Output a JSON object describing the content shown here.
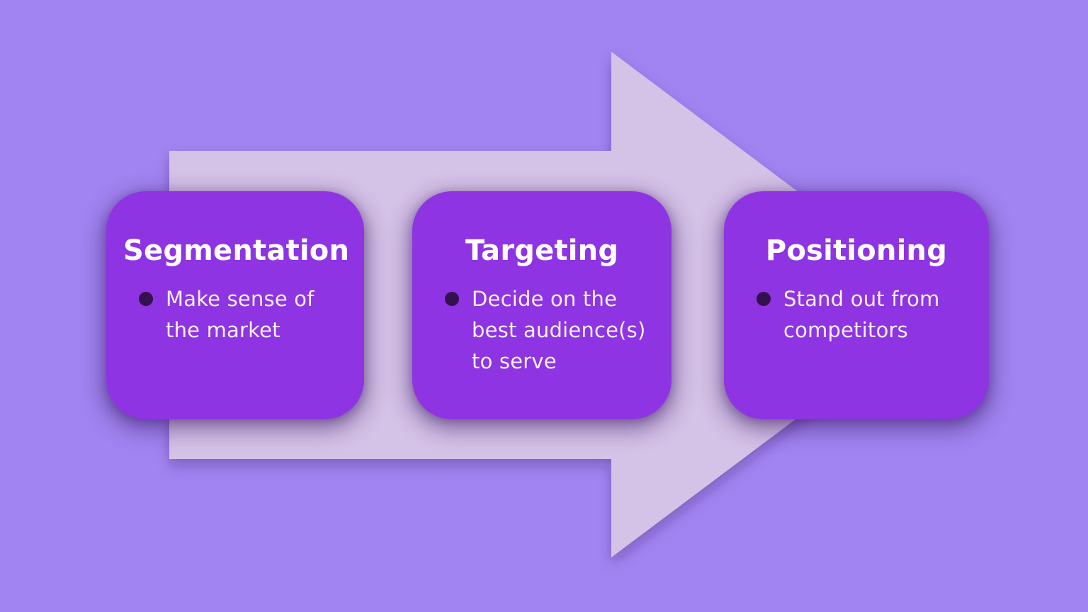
{
  "colors": {
    "background": "#a184f1",
    "arrow_fill": "#d5c2e7",
    "card_fill": "#8e34e3",
    "dot_fill": "#33114e",
    "title_color": "#ffffff",
    "body_color": "#f9f0fc"
  },
  "icons": {
    "process_arrow": "right-arrow",
    "bullet_marker": "filled-circle"
  },
  "cards": [
    {
      "title": "Segmentation",
      "bullets": [
        "Make sense of the market"
      ]
    },
    {
      "title": "Targeting",
      "bullets": [
        "Decide on the best audience(s) to serve"
      ]
    },
    {
      "title": "Positioning",
      "bullets": [
        "Stand out from competitors"
      ]
    }
  ]
}
